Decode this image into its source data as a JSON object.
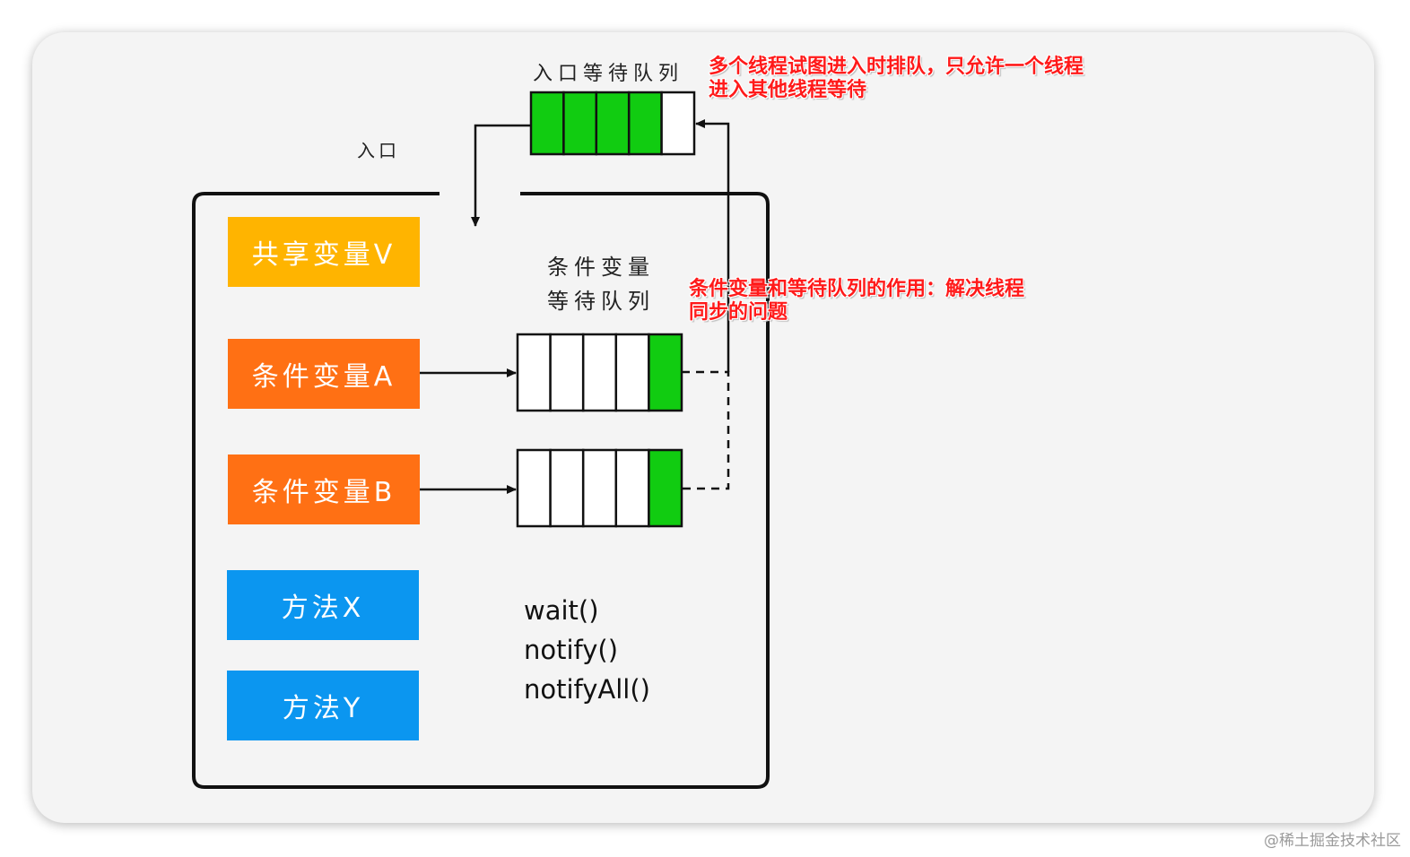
{
  "entry_queue_label": "入口等待队列",
  "entry_label": "入口",
  "condvar_queue_label_line1": "条件变量",
  "condvar_queue_label_line2": "等待队列",
  "shared_var_label": "共享变量V",
  "condvar_a_label": "条件变量A",
  "condvar_b_label": "条件变量B",
  "method_x_label": "方法X",
  "method_y_label": "方法Y",
  "methods": [
    "wait()",
    "notify()",
    "notifyAll()"
  ],
  "note_entry_line1": "多个线程试图进入时排队，只允许一个线程",
  "note_entry_line2": "进入其他线程等待",
  "note_condvar_line1": "条件变量和等待队列的作用：解决线程",
  "note_condvar_line2": "同步的问题",
  "watermark": "@稀土掘金技术社区",
  "colors": {
    "shared_var": "#ffb400",
    "condition_var": "#ff7014",
    "method": "#0b96f0",
    "queue_filled": "#11cc11",
    "annotation": "#ff1a1a"
  },
  "queues": {
    "entry_queue_filled": 4,
    "entry_queue_total": 5,
    "condvar_a_filled": 1,
    "condvar_b_filled": 1,
    "condvar_queue_total": 5
  }
}
